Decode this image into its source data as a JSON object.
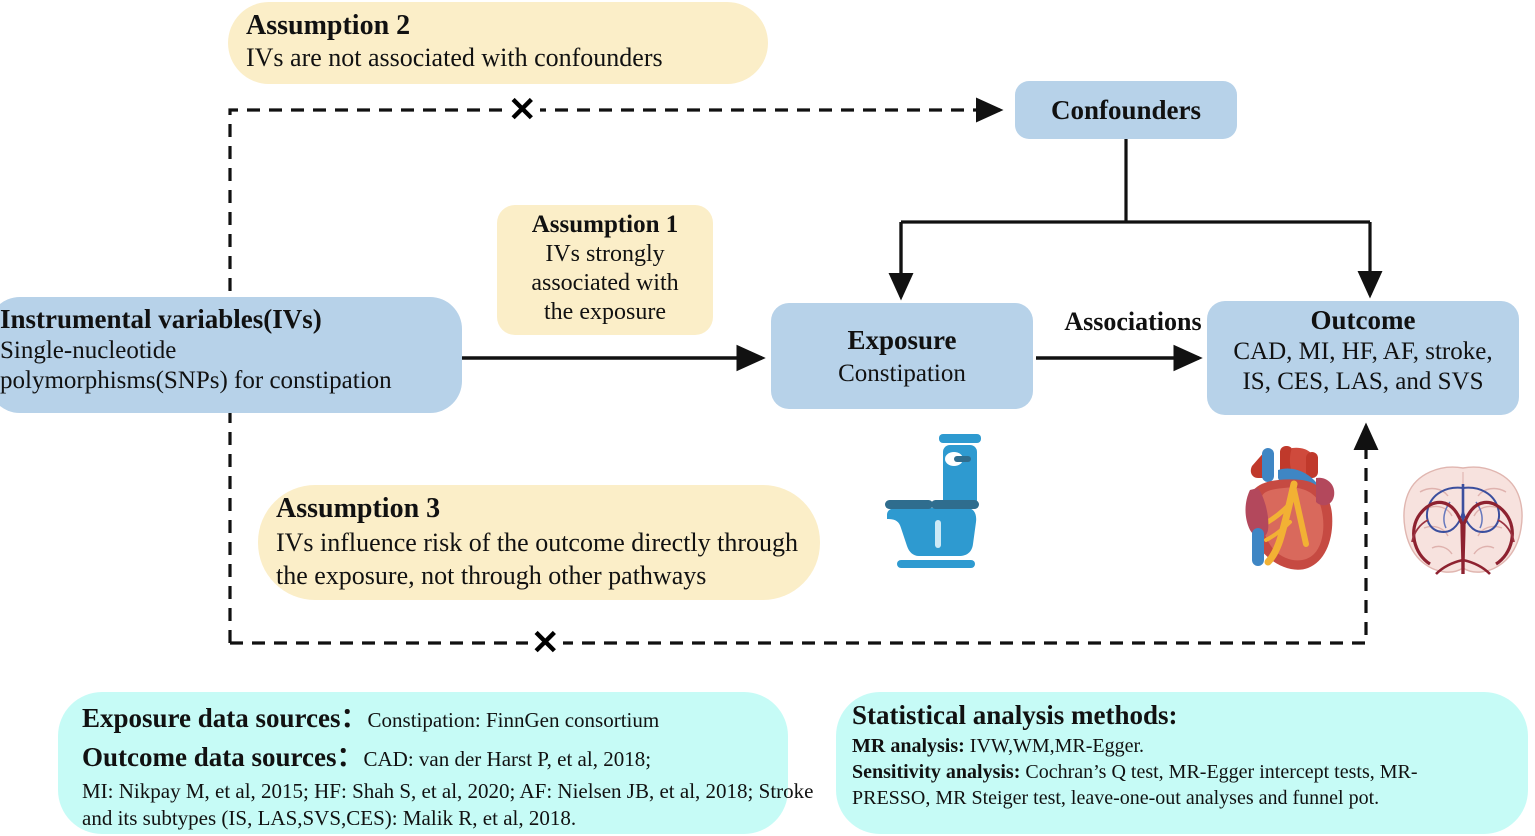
{
  "assumption2": {
    "title": "Assumption 2",
    "text": "IVs are not associated with confounders"
  },
  "assumption1": {
    "title": "Assumption 1",
    "line1": "IVs strongly",
    "line2": "associated with",
    "line3": "the exposure"
  },
  "assumption3": {
    "title": "Assumption 3",
    "line1": "IVs influence risk of the outcome directly through",
    "line2": "the exposure, not through other pathways"
  },
  "ivs": {
    "title": "Instrumental variables(IVs)",
    "line1": "Single-nucleotide",
    "line2": "polymorphisms(SNPs) for constipation"
  },
  "confounders": {
    "title": "Confounders"
  },
  "exposure": {
    "title": "Exposure",
    "subtitle": "Constipation"
  },
  "outcome": {
    "title": "Outcome",
    "line1": "CAD, MI, HF, AF, stroke,",
    "line2": "IS, CES, LAS, and SVS"
  },
  "associations_label": "Associations",
  "cross_mark": "✕",
  "sources": {
    "exposure_heading": "Exposure data sources：",
    "exposure_value": "Constipation: FinnGen consortium",
    "outcome_heading": "Outcome data sources：",
    "outcome_value": "CAD:  van der Harst P, et al, 2018;",
    "detail_line1": "MI: Nikpay M, et al, 2015;   HF:  Shah S, et al, 2020; AF: Nielsen JB, et al, 2018; Stroke",
    "detail_line2": "and its subtypes (IS, LAS,SVS,CES): Malik R, et al, 2018."
  },
  "statistics": {
    "heading": "Statistical analysis methods:",
    "mr_label": "MR analysis:",
    "mr_value": " IVW,WM,MR-Egger.",
    "sens_label": "Sensitivity analysis:",
    "sens_value": " Cochran’s Q test, MR-Egger intercept tests, MR-",
    "sens_line2": "PRESSO, MR Steiger test, leave-one-out analyses and funnel pot."
  },
  "colors": {
    "node_blue": "#b7d2e9",
    "assumption_cream": "#fbeec8",
    "footer_cyan": "#c6fbf6",
    "line_black": "#111111"
  },
  "illustrations": {
    "toilet": "toilet-icon",
    "heart": "anatomical-heart-illustration",
    "brain": "brain-vasculature-illustration"
  }
}
